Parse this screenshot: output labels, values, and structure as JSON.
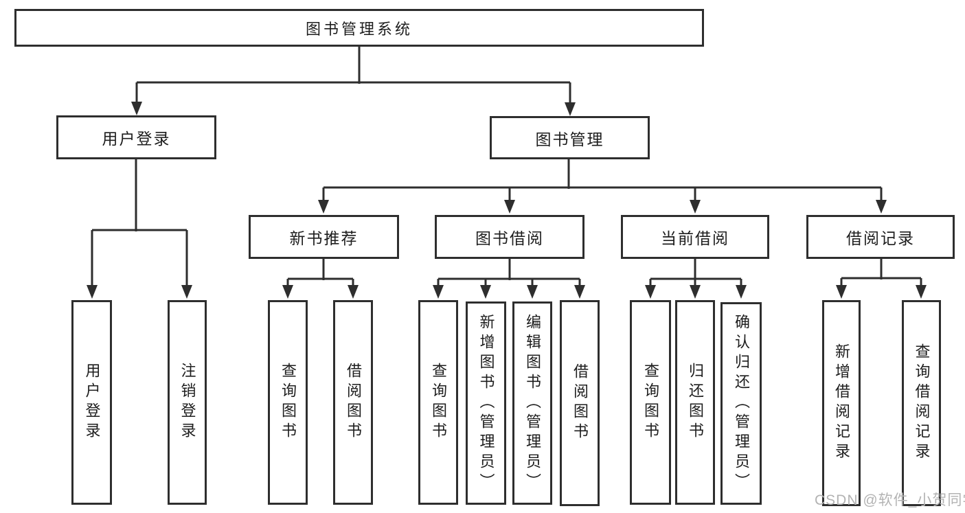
{
  "diagram_type": "hierarchy-tree",
  "nodes": {
    "root": {
      "label": "图书管理系统"
    },
    "user_login": {
      "label": "用户登录"
    },
    "book_management": {
      "label": "图书管理"
    },
    "new_book_recommend": {
      "label": "新书推荐"
    },
    "book_borrow": {
      "label": "图书借阅"
    },
    "current_borrow": {
      "label": "当前借阅"
    },
    "borrow_record": {
      "label": "借阅记录"
    },
    "leaf_user_login": {
      "label": "用户登录"
    },
    "leaf_logout": {
      "label": "注销登录"
    },
    "leaf_nbr_query_book": {
      "label": "查询图书"
    },
    "leaf_nbr_borrow_book": {
      "label": "借阅图书"
    },
    "leaf_bb_query_book": {
      "label": "查询图书"
    },
    "leaf_bb_add_book": {
      "label": "新增图书（管理员）"
    },
    "leaf_bb_edit_book": {
      "label": "编辑图书（管理员）"
    },
    "leaf_bb_borrow_book": {
      "label": "借阅图书"
    },
    "leaf_cb_query_book": {
      "label": "查询图书"
    },
    "leaf_cb_return_book": {
      "label": "归还图书"
    },
    "leaf_cb_confirm_return": {
      "label": "确认归还（管理员）"
    },
    "leaf_br_add_record": {
      "label": "新增借阅记录"
    },
    "leaf_br_query_record": {
      "label": "查询借阅记录"
    }
  },
  "edges": [
    [
      "root",
      "user_login"
    ],
    [
      "root",
      "book_management"
    ],
    [
      "user_login",
      "leaf_user_login"
    ],
    [
      "user_login",
      "leaf_logout"
    ],
    [
      "book_management",
      "new_book_recommend"
    ],
    [
      "book_management",
      "book_borrow"
    ],
    [
      "book_management",
      "current_borrow"
    ],
    [
      "book_management",
      "borrow_record"
    ],
    [
      "new_book_recommend",
      "leaf_nbr_query_book"
    ],
    [
      "new_book_recommend",
      "leaf_nbr_borrow_book"
    ],
    [
      "book_borrow",
      "leaf_bb_query_book"
    ],
    [
      "book_borrow",
      "leaf_bb_add_book"
    ],
    [
      "book_borrow",
      "leaf_bb_edit_book"
    ],
    [
      "book_borrow",
      "leaf_bb_borrow_book"
    ],
    [
      "current_borrow",
      "leaf_cb_query_book"
    ],
    [
      "current_borrow",
      "leaf_cb_return_book"
    ],
    [
      "current_borrow",
      "leaf_cb_confirm_return"
    ],
    [
      "borrow_record",
      "leaf_br_add_record"
    ],
    [
      "borrow_record",
      "leaf_br_query_record"
    ]
  ],
  "watermark": {
    "text": "CSDN @软件_小贺同学"
  },
  "colors": {
    "line": "#2e2e2e",
    "box_border": "#2e2e2e",
    "text": "#1d1d1d",
    "watermark": "#b3b3b3",
    "background": "#ffffff"
  }
}
